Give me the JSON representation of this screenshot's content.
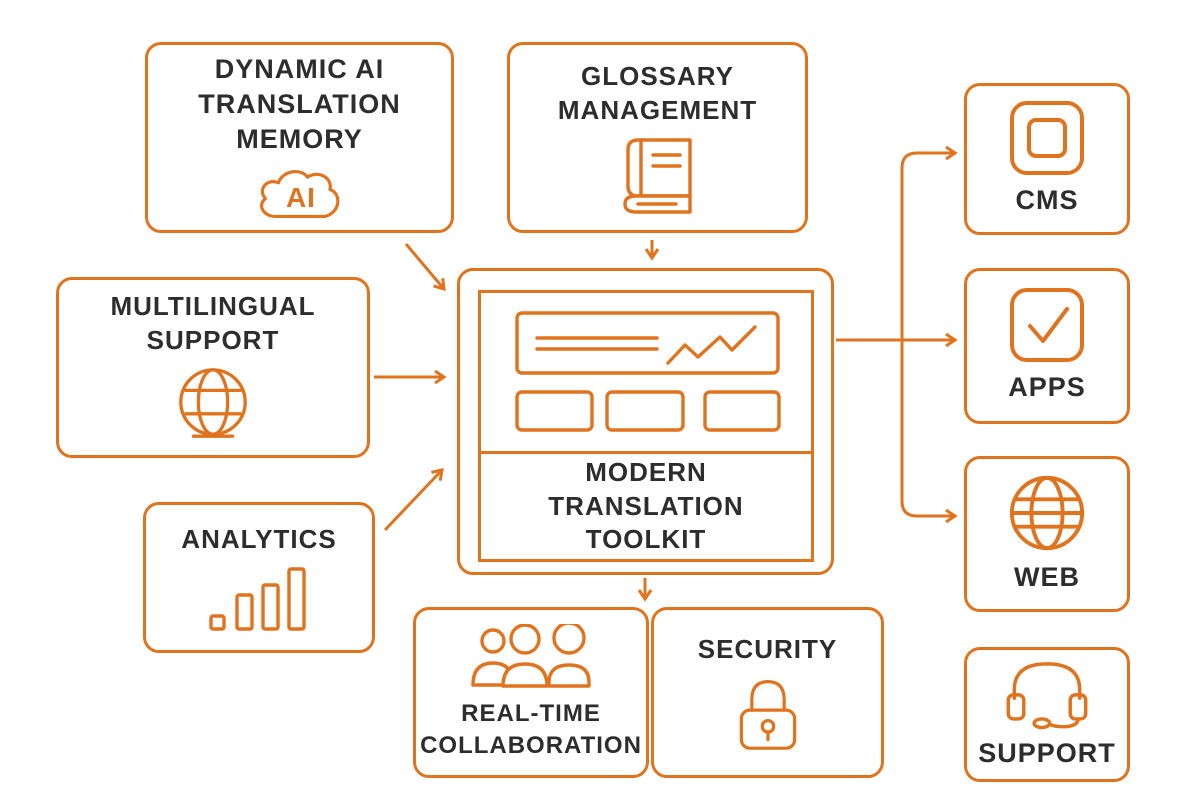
{
  "palette": {
    "accent": "#E0731E",
    "ink": "#2D2D2D",
    "bg": "#FFFFFF"
  },
  "nodes": {
    "ai_memory": {
      "label": "DYNAMIC AI\nTRANSLATION\nMEMORY",
      "icon": "ai-cloud-icon",
      "icon_text": "AI"
    },
    "glossary": {
      "label": "GLOSSARY\nMANAGEMENT",
      "icon": "book-icon"
    },
    "multilingual": {
      "label": "MULTILINGUAL\nSUPPORT",
      "icon": "globe-underline-icon"
    },
    "analytics": {
      "label": "ANALYTICS",
      "icon": "bar-chart-icon"
    },
    "toolkit": {
      "label": "MODERN\nTRANSLATION\nTOOLKIT",
      "icon": "dashboard-illustration"
    },
    "collaboration": {
      "label": "REAL-TIME\nCOLLABORATION",
      "icon": "people-icon"
    },
    "security": {
      "label": "SECURITY",
      "icon": "padlock-icon"
    },
    "cms": {
      "label": "CMS",
      "icon": "nested-squares-icon"
    },
    "apps": {
      "label": "APPS",
      "icon": "checkbox-icon"
    },
    "web": {
      "label": "WEB",
      "icon": "globe-grid-icon"
    },
    "support": {
      "label": "SUPPORT",
      "icon": "headset-icon"
    }
  },
  "connections": [
    {
      "from": "ai_memory",
      "to": "toolkit"
    },
    {
      "from": "glossary",
      "to": "toolkit"
    },
    {
      "from": "multilingual",
      "to": "toolkit"
    },
    {
      "from": "analytics",
      "to": "toolkit"
    },
    {
      "from": "toolkit",
      "to": "collaboration"
    },
    {
      "from": "toolkit",
      "to": "security"
    },
    {
      "from": "toolkit",
      "to": "cms"
    },
    {
      "from": "toolkit",
      "to": "apps"
    },
    {
      "from": "toolkit",
      "to": "web"
    }
  ]
}
